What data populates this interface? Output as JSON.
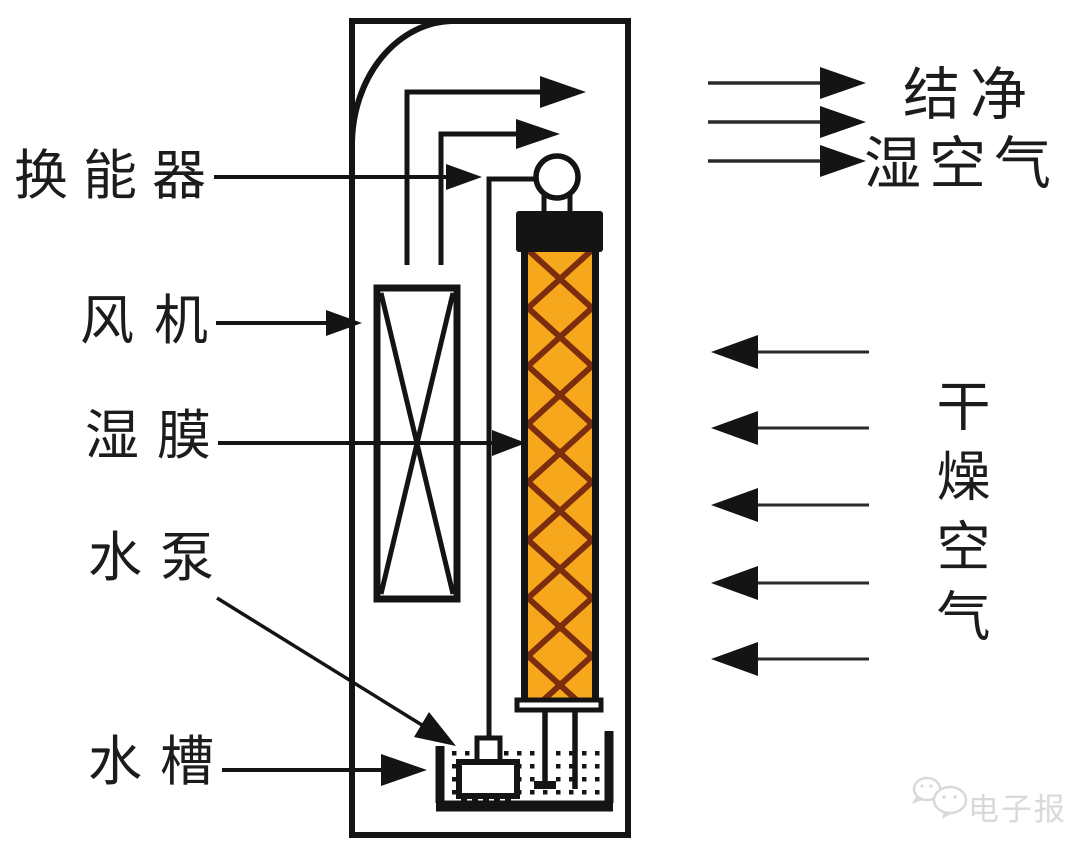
{
  "labels": {
    "transducer": "换能器",
    "fan": "风机",
    "wet_membrane": "湿膜",
    "water_pump": "水泵",
    "water_tank": "水槽",
    "clean_air_line1": "结净",
    "clean_air_line2": "湿空气",
    "dry_air": "干燥空气"
  },
  "watermark": {
    "text": "电子报"
  },
  "colors": {
    "membrane_fill": "#f7a71c",
    "membrane_hatch": "#7c2d0e",
    "line": "#141414",
    "watermark": "#d9d9d9",
    "background": "#ffffff"
  }
}
